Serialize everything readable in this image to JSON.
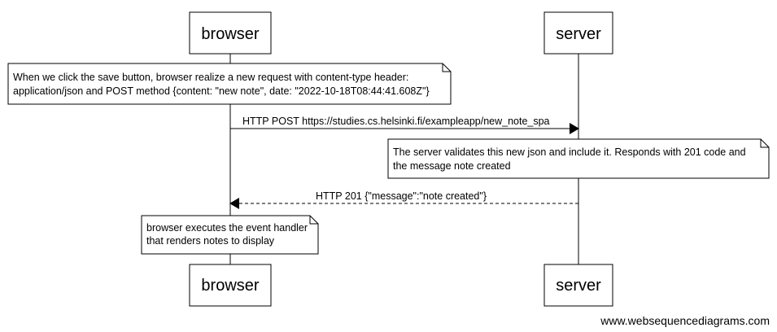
{
  "participants": {
    "browser": "browser",
    "server": "server"
  },
  "notes": {
    "note1": [
      "When we click the save button, browser realize a new request with content-type header:",
      "application/json and POST method {content: \"new note\", date: \"2022-10-18T08:44:41.608Z\"}"
    ],
    "note2": [
      "The server validates this new json and include it. Responds with 201 code and",
      "the message note created"
    ],
    "note3": [
      "browser executes the event handler",
      "that renders notes to display"
    ]
  },
  "messages": {
    "post": "HTTP POST https://studies.cs.helsinki.fi/exampleapp/new_note_spa",
    "response": "HTTP 201 {\"message\":\"note created\"}"
  },
  "watermark": "www.websequencediagrams.com"
}
